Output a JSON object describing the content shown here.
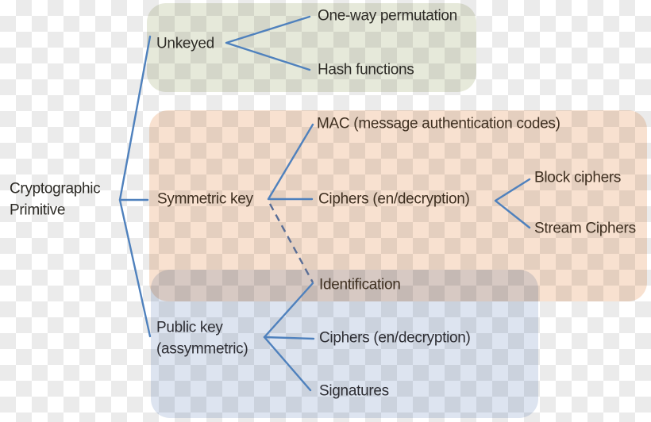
{
  "tree": {
    "label": "Cryptographic Primitive",
    "children": [
      {
        "label": "Unkeyed",
        "children": [
          {
            "label": "One-way permutation"
          },
          {
            "label": "Hash functions"
          }
        ]
      },
      {
        "label": "Symmetric key",
        "children": [
          {
            "label": "MAC (message authentication codes)"
          },
          {
            "label": "Ciphers (en/decryption)",
            "children": [
              {
                "label": "Block ciphers"
              },
              {
                "label": "Stream Ciphers"
              }
            ]
          }
        ],
        "dashed_cross_link": {
          "to": "Identification",
          "style": "dashed"
        }
      },
      {
        "label": "Public key (assymmetric)",
        "children": [
          {
            "label": "Identification"
          },
          {
            "label": "Ciphers (en/decryption)"
          },
          {
            "label": "Signatures"
          }
        ]
      }
    ]
  },
  "colors": {
    "line": "#4f81bd",
    "line-dashed": "#5a6e96",
    "box-green": "#e6e9da",
    "box-orange": "#f8e1d0",
    "box-blue": "#dde4f0",
    "checker-gray": "#ebebeb",
    "text-dark": "#2d2b26",
    "text-warm": "#3e2f20",
    "text-slate": "#2d2d33"
  }
}
